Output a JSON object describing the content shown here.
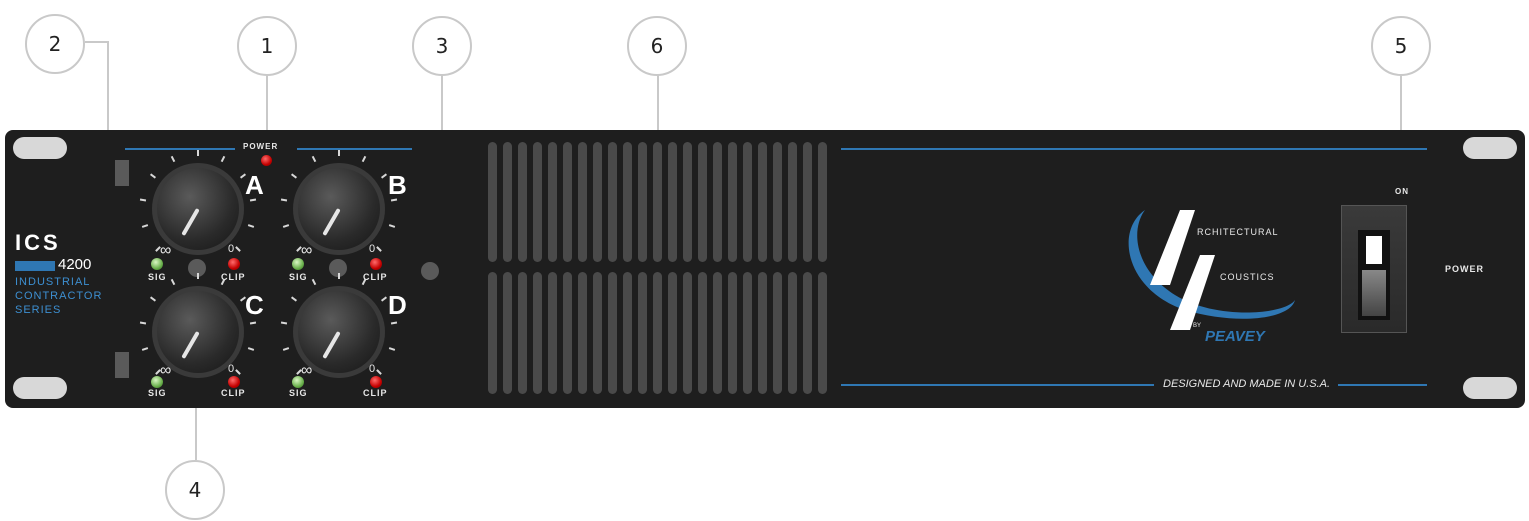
{
  "callouts": [
    "1",
    "2",
    "3",
    "4",
    "5",
    "6"
  ],
  "panel": {
    "power_led_label": "POWER",
    "brand": "ICS",
    "model": "4200",
    "series_line1": "INDUSTRIAL",
    "series_line2": "CONTRACTOR",
    "series_line3": "SERIES",
    "channels": [
      "A",
      "B",
      "C",
      "D"
    ],
    "sig_label": "SIG",
    "clip_label": "CLIP",
    "inf_label": "∞",
    "zero_label": "0",
    "logo_line1": "RCHITECTURAL",
    "logo_line2": "COUSTICS",
    "logo_by": "BY",
    "logo_peavey": "PEAVEY",
    "footer": "DESIGNED AND MADE IN U.S.A.",
    "switch_on": "ON",
    "switch_label": "POWER"
  },
  "colors": {
    "panel": "#1e1e1e",
    "accent_blue": "#2f77b3",
    "led_red": "#c40000",
    "led_green": "#6ab04c"
  }
}
